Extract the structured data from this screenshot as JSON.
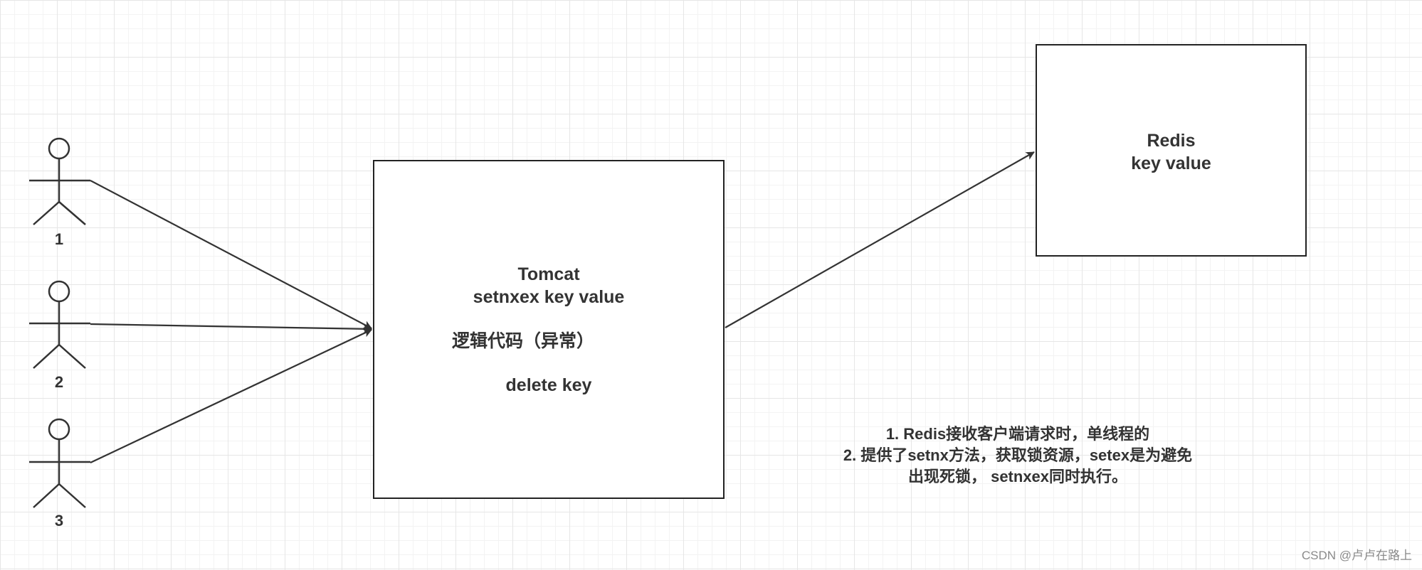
{
  "actors": [
    {
      "label": "1"
    },
    {
      "label": "2"
    },
    {
      "label": "3"
    }
  ],
  "tomcat": {
    "title": "Tomcat",
    "line1": "setnxex key value",
    "line2": "逻辑代码（异常）",
    "line3": "delete key"
  },
  "redis": {
    "title": "Redis",
    "line1": "key value"
  },
  "notes": {
    "line1": "1. Redis接收客户端请求时，单线程的",
    "line2": "2. 提供了setnx方法，获取锁资源，setex是为避免",
    "line3": "出现死锁， setnxex同时执行。"
  },
  "watermark": "CSDN @卢卢在路上",
  "colors": {
    "stroke": "#333333",
    "grid": "#e6e6e6",
    "text": "#333333"
  }
}
